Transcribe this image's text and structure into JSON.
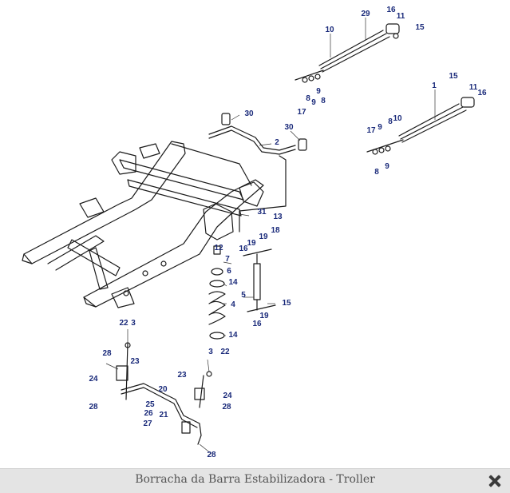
{
  "caption": "Borracha da Barra Estabilizadora - Troller",
  "close_icon": "close-icon",
  "labels": [
    "29",
    "16",
    "11",
    "15",
    "10",
    "17",
    "8",
    "9",
    "9",
    "8",
    "1",
    "15",
    "11",
    "16",
    "17",
    "9",
    "8",
    "10",
    "8",
    "9",
    "30",
    "30",
    "2",
    "31",
    "13",
    "12",
    "7",
    "6",
    "14",
    "16",
    "19",
    "19",
    "18",
    "5",
    "4",
    "15",
    "19",
    "16",
    "14",
    "22",
    "3",
    "28",
    "23",
    "24",
    "20",
    "25",
    "26",
    "27",
    "28",
    "21",
    "23",
    "24",
    "28",
    "3",
    "22",
    "28"
  ]
}
